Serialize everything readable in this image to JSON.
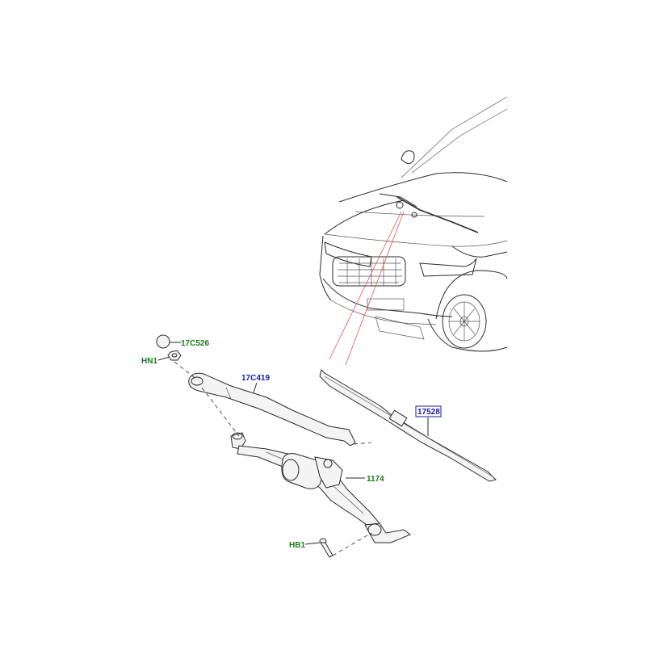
{
  "callouts": {
    "cap": {
      "code": "17C526"
    },
    "nut": {
      "code": "HN1"
    },
    "arm": {
      "code": "17C419"
    },
    "blade": {
      "code": "17528"
    },
    "motor_linkage": {
      "code": "1174"
    },
    "bolt": {
      "code": "HB1"
    }
  },
  "colors": {
    "green_label": "#1b7a1b",
    "blue_label": "#1a1aa8",
    "line": "#2a2a2a",
    "leader_red": "#e05050",
    "background": "#ffffff"
  }
}
